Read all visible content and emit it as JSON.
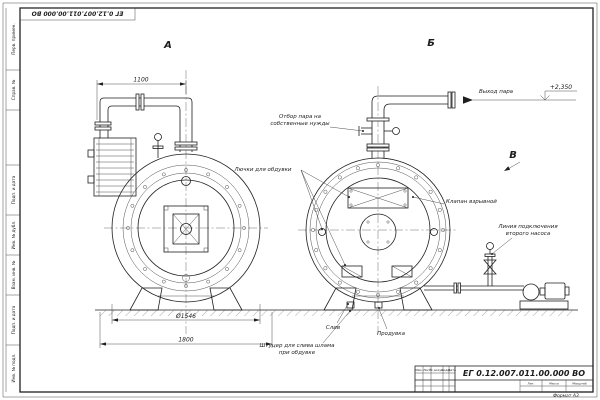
{
  "doc": {
    "number": "ЕГ 0.12.007.011.00.000 ВО",
    "format": "Формат А3"
  },
  "views": {
    "a": "А",
    "b": "Б",
    "v": "В"
  },
  "dims": {
    "pipe_span": "1100",
    "shell_dia": "Ø1546",
    "base_span": "1800",
    "elevation": "+2,350"
  },
  "callouts": {
    "steam_out": "Выход пара",
    "own_needs_1": "Отбор пара на",
    "own_needs_2": "собственные нужды",
    "hatches": "Лючки для обдувки",
    "explosion_valve": "Клапан взрывной",
    "pump_line_1": "Линия подключения",
    "pump_line_2": "второго насоса",
    "drain": "Слив",
    "blowdown": "Продувка",
    "sludge_1": "Штуцер для слива шлама",
    "sludge_2": "при обдувке"
  },
  "title_block": {
    "columns": [
      "Изм.",
      "Лист",
      "№ докум.",
      "Подп.",
      "Дата"
    ],
    "lit": "Лит.",
    "mass": "Масса",
    "scale": "Масштаб"
  },
  "stamps": [
    "Перв. примен.",
    "Справ. №",
    "Подп. и дата",
    "Инв. № дубл.",
    "Взам. инв. №",
    "Подп. и дата",
    "Инв. № подл."
  ]
}
